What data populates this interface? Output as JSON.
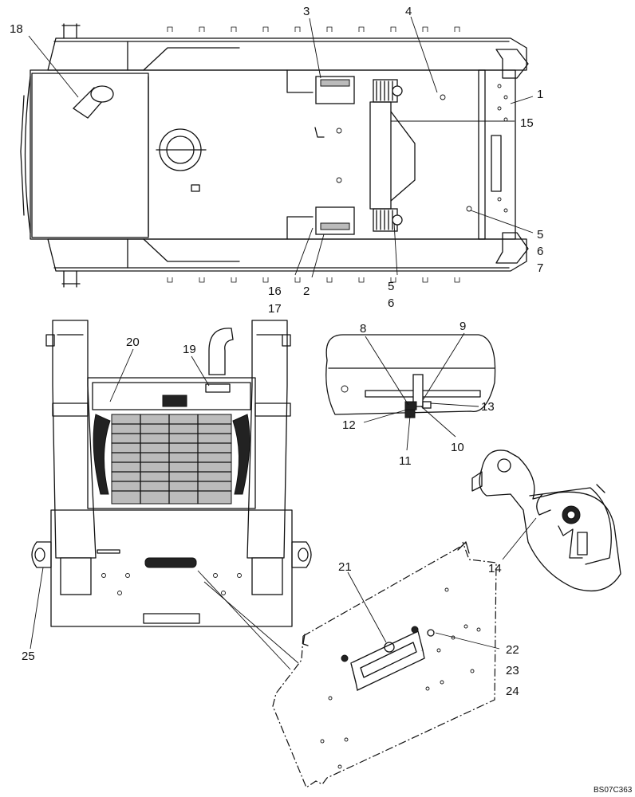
{
  "drawing": {
    "code": "BS07C363"
  },
  "callouts": [
    {
      "text": "1"
    },
    {
      "text": "2"
    },
    {
      "text": "3"
    },
    {
      "text": "4"
    },
    {
      "text": "5"
    },
    {
      "text": "6"
    },
    {
      "text": "7"
    },
    {
      "text": "5"
    },
    {
      "text": "6"
    },
    {
      "text": "8"
    },
    {
      "text": "9"
    },
    {
      "text": "10"
    },
    {
      "text": "11"
    },
    {
      "text": "12"
    },
    {
      "text": "13"
    },
    {
      "text": "14"
    },
    {
      "text": "15"
    },
    {
      "text": "16"
    },
    {
      "text": "17"
    },
    {
      "text": "18"
    },
    {
      "text": "19"
    },
    {
      "text": "20"
    },
    {
      "text": "21"
    },
    {
      "text": "22"
    },
    {
      "text": "23"
    },
    {
      "text": "24"
    },
    {
      "text": "25"
    }
  ]
}
